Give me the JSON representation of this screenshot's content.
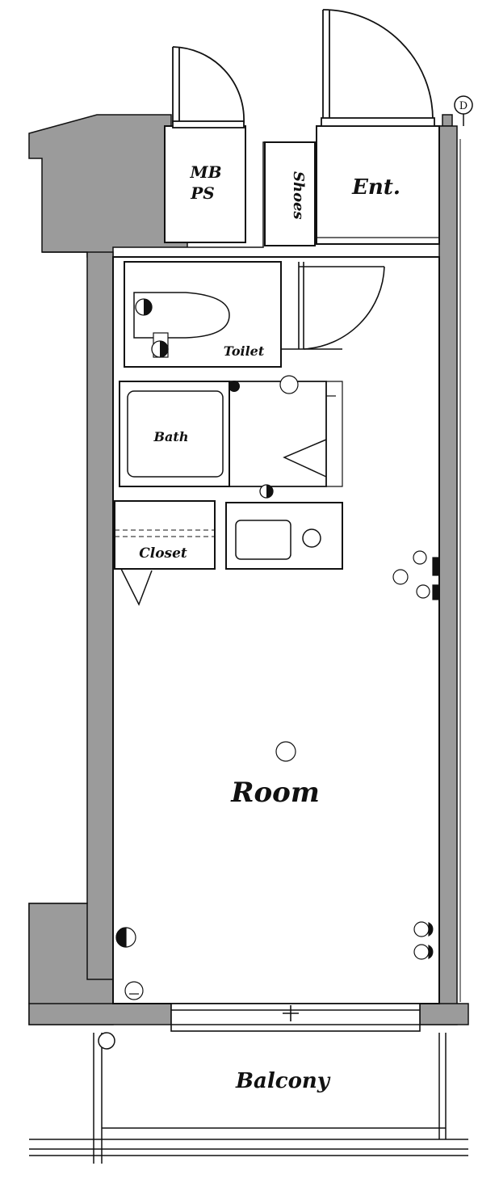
{
  "rooms": {
    "mbps_line1": "MB",
    "mbps_line2": "PS",
    "shoes": "Shoes",
    "entrance": "Ent.",
    "toilet": "Toilet",
    "bath": "Bath",
    "closet": "Closet",
    "room": "Room",
    "balcony": "Balcony"
  },
  "symbols": {
    "door_marker": "D"
  },
  "colors": {
    "wall": "#9b9b9b",
    "line": "#111111",
    "background": "#ffffff"
  }
}
